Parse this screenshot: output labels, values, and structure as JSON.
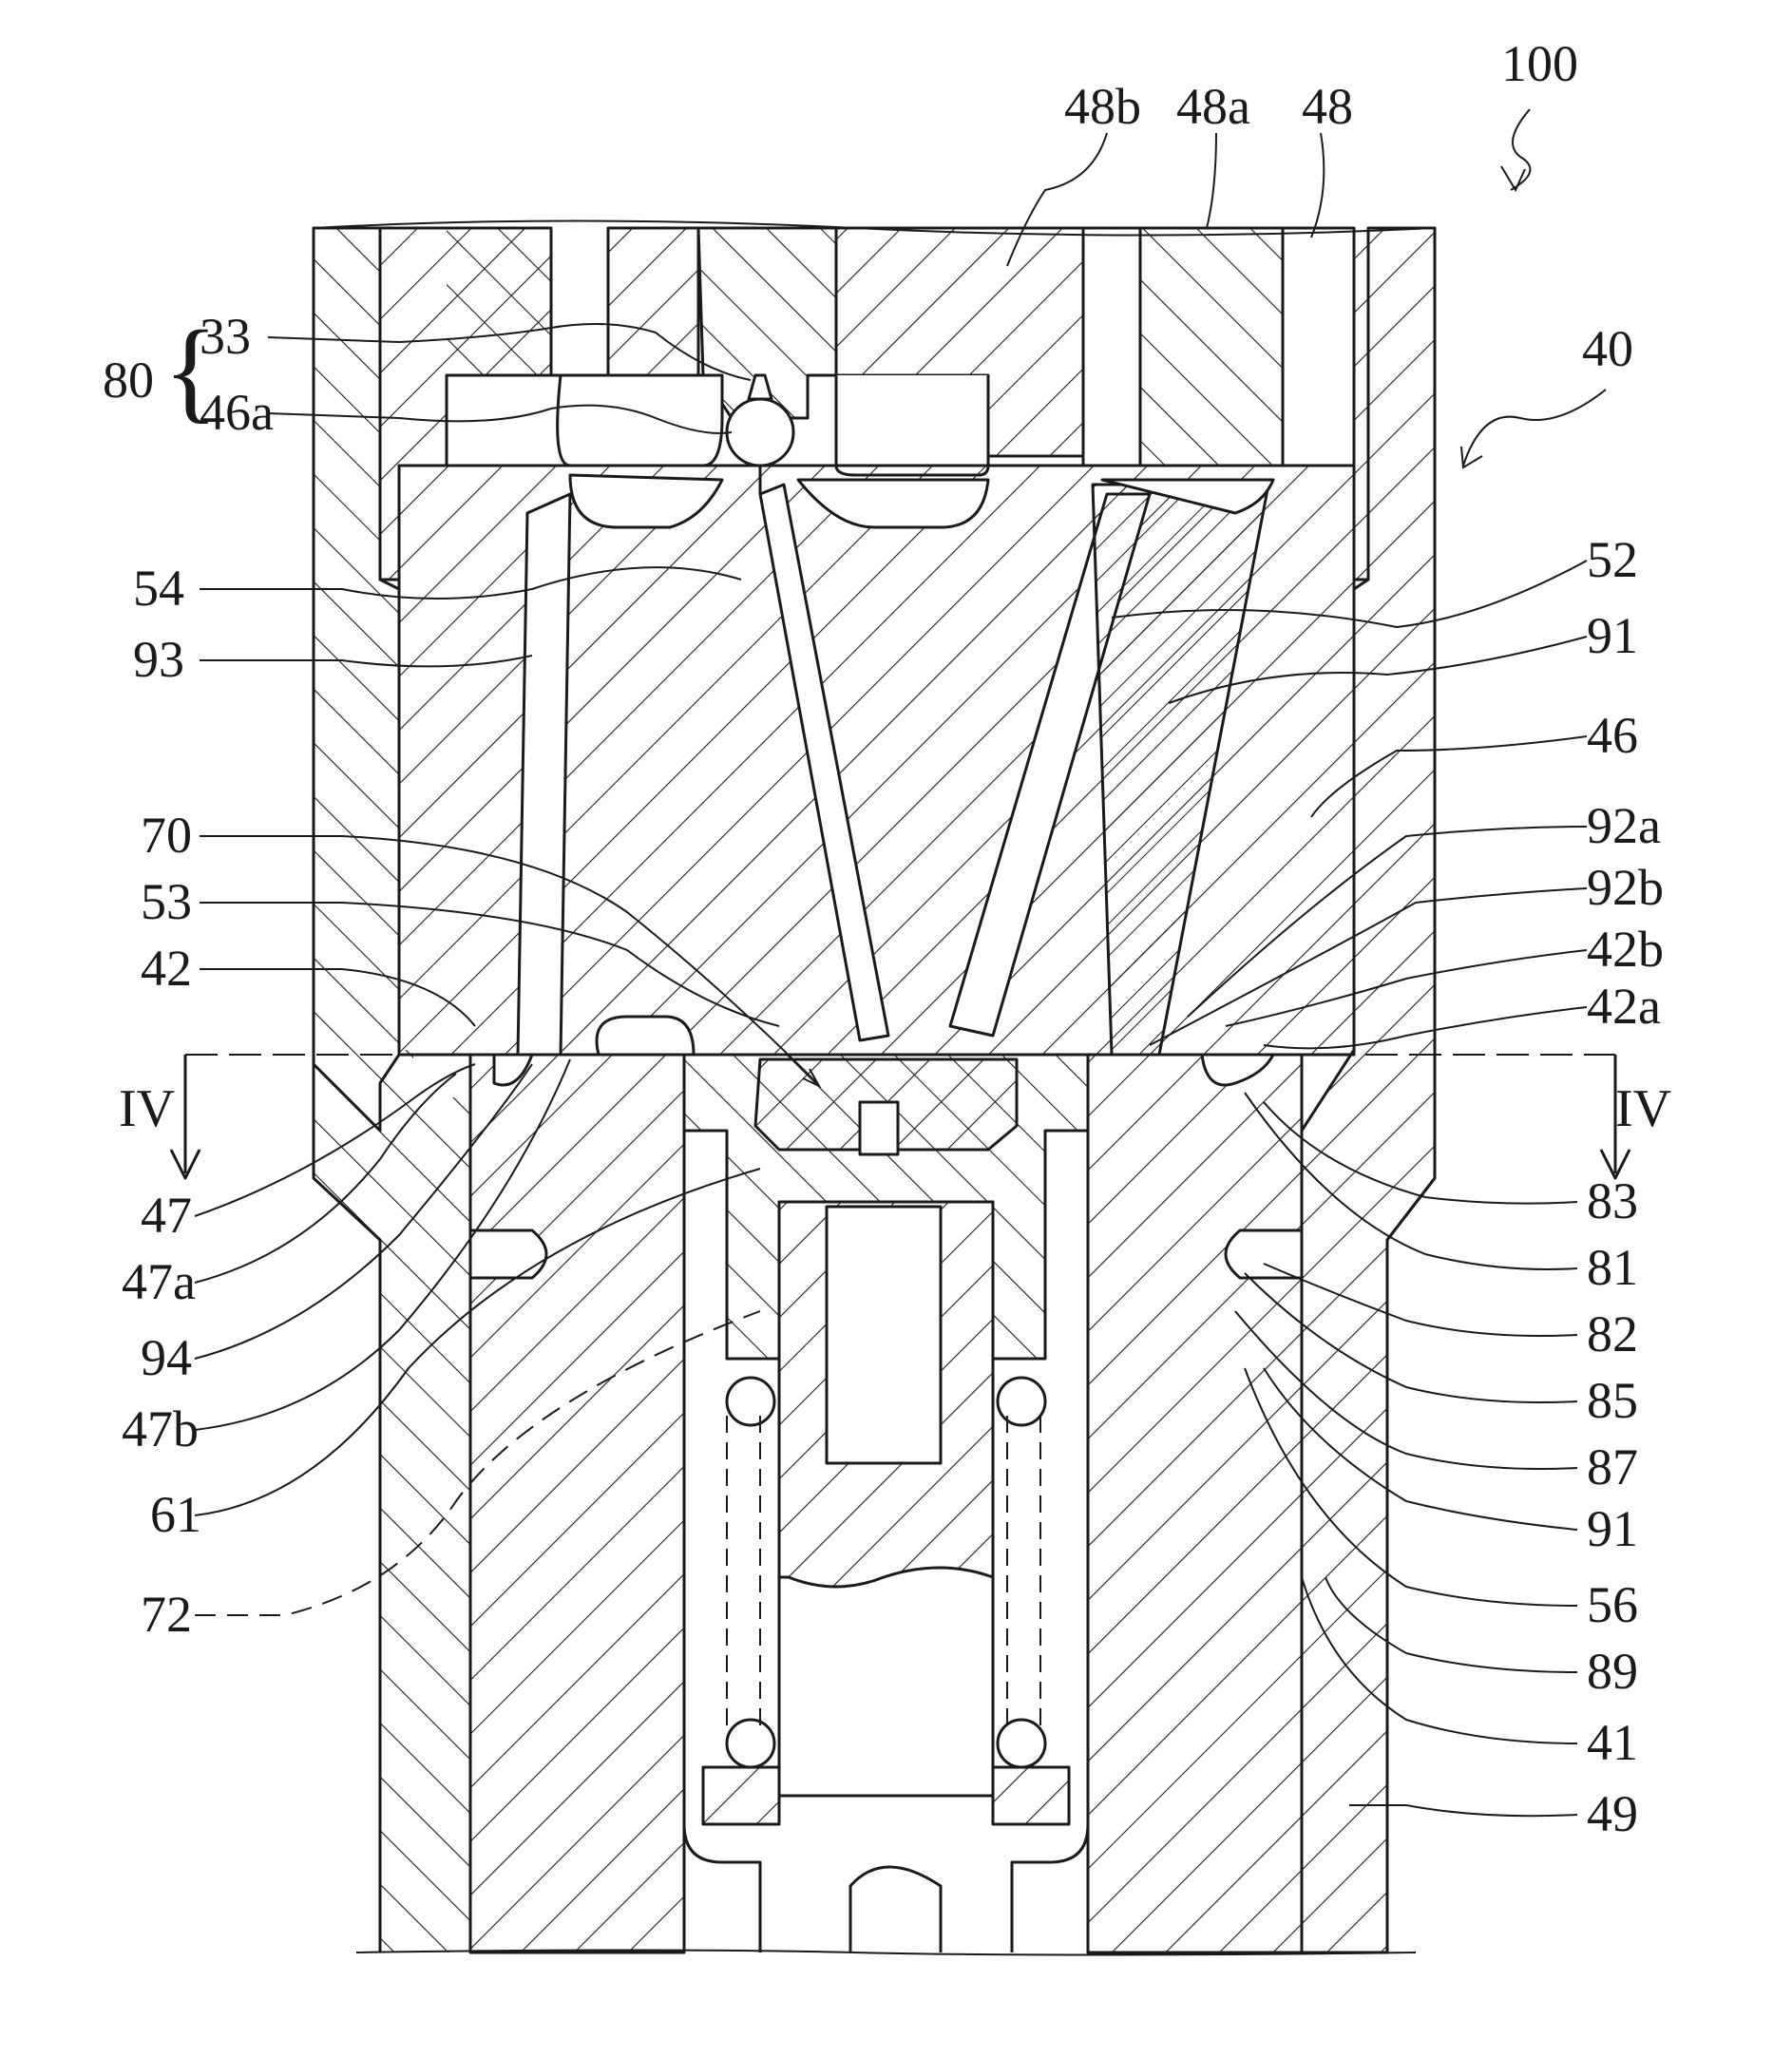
{
  "figure": {
    "colors": {
      "ink": "#1a1a1a",
      "paper": "#ffffff"
    },
    "labels": {
      "l100": "100",
      "l48b": "48b",
      "l48a": "48a",
      "l48": "48",
      "l40": "40",
      "l80": "80",
      "l33": "33",
      "l46a": "46a",
      "l54": "54",
      "l93": "93",
      "l70": "70",
      "l53": "53",
      "l42": "42",
      "l47": "47",
      "l47a": "47a",
      "l94": "94",
      "l47b": "47b",
      "l61": "61",
      "l72": "72",
      "l52": "52",
      "l91a": "91",
      "l46": "46",
      "l92a": "92a",
      "l92b": "92b",
      "l42b": "42b",
      "l42a": "42a",
      "l83": "83",
      "l81": "81",
      "l82": "82",
      "l85": "85",
      "l87": "87",
      "l91b": "91",
      "l56": "56",
      "l89": "89",
      "l41": "41",
      "l49": "49"
    },
    "section": {
      "left": "IV",
      "right": "IV"
    }
  }
}
